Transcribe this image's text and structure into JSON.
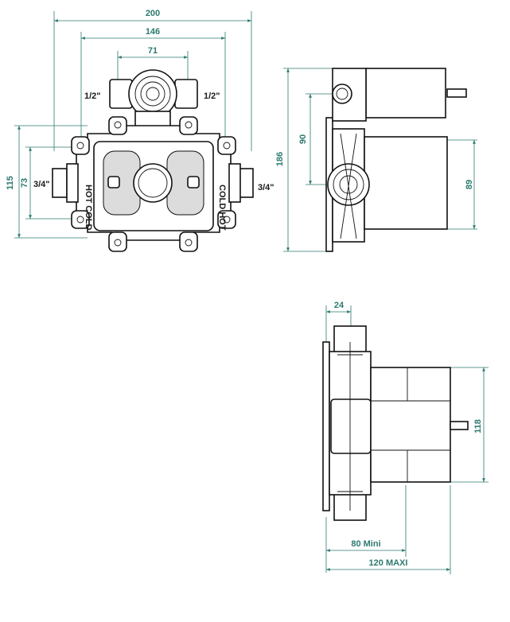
{
  "front_view": {
    "dim_200": "200",
    "dim_146": "146",
    "dim_71": "71",
    "dim_115": "115",
    "dim_73": "73",
    "inlet_left": "1/2\"",
    "inlet_right": "1/2\"",
    "outlet_left": "3/4\"",
    "outlet_right": "3/4\"",
    "stamp_left": "HOT COLD",
    "stamp_right": "COLD HOT"
  },
  "side_view": {
    "dim_186": "186",
    "dim_90": "90",
    "dim_89": "89"
  },
  "bottom_view": {
    "dim_24": "24",
    "dim_118": "118",
    "dim_80": "80 Mini",
    "dim_120": "120 MAXI"
  }
}
